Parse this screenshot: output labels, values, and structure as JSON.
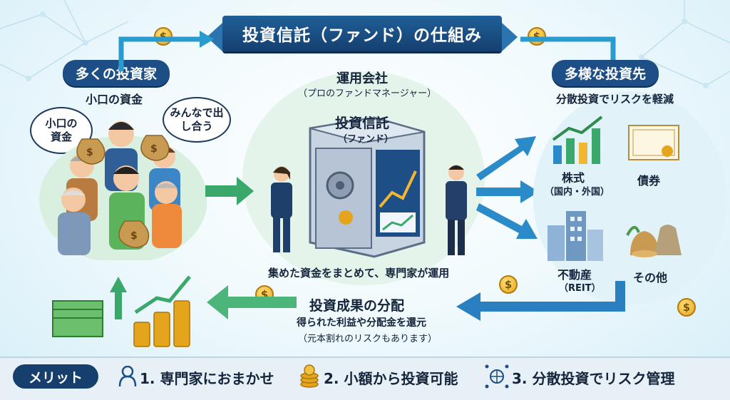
{
  "title": "投資信託（ファンド）の仕組み",
  "investors": {
    "heading": "多くの投資家",
    "caption": "小口の資金",
    "bubble_left": "小口の資金",
    "bubble_right": "みんなで出し合う"
  },
  "company": {
    "name": "運用会社",
    "role": "（プロのファンドマネージャー）",
    "fund_title": "投資信託",
    "fund_sub": "（ファンド）",
    "caption": "集めた資金をまとめて、専門家が運用"
  },
  "destinations": {
    "heading": "多様な投資先",
    "caption": "分散投資でリスクを軽減",
    "items": [
      {
        "label": "株式",
        "sub": "（国内・外国）"
      },
      {
        "label": "債券",
        "sub": ""
      },
      {
        "label": "不動産",
        "sub": "（REIT）"
      },
      {
        "label": "その他",
        "sub": ""
      }
    ]
  },
  "distribution": {
    "title": "投資成果の分配",
    "line1": "得られた利益や分配金を還元",
    "line2": "（元本割れのリスクもあります）"
  },
  "merits": {
    "label": "メリット",
    "items": [
      {
        "text": "1. 専門家におまかせ",
        "icon": "person-icon"
      },
      {
        "text": "2. 小額から投資可能",
        "icon": "coins-icon"
      },
      {
        "text": "3. 分散投資でリスク管理",
        "icon": "globe-network-icon"
      }
    ]
  },
  "colors": {
    "navy": "#1d4f86",
    "arrow_green": "#3aa86b",
    "arrow_blue": "#2a7fc0",
    "coin_gold": "#e4a51c"
  }
}
